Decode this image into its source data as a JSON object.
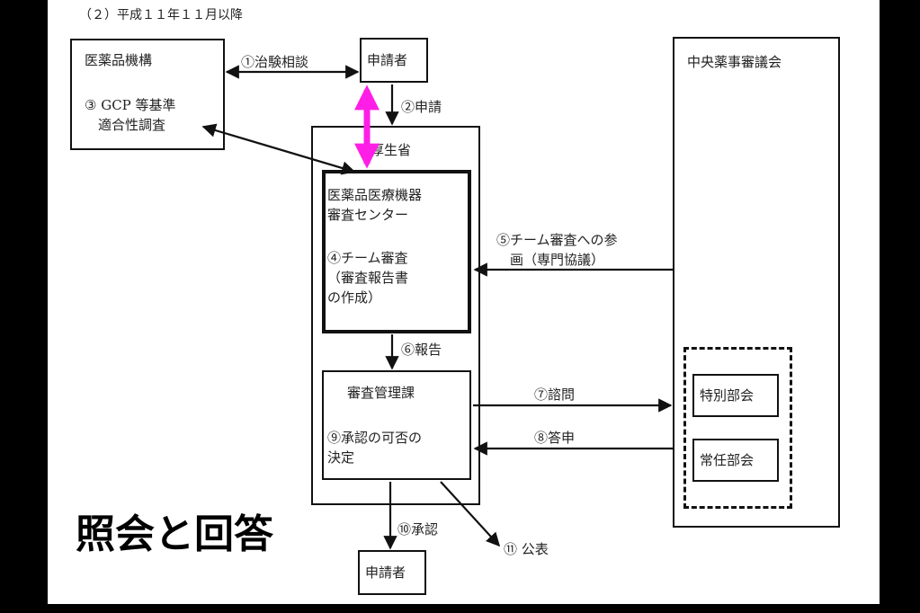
{
  "header": "（２）平成１１年１１月以降",
  "nodes": {
    "kikou_title": "医薬品機構",
    "kikou_gcp": "③ GCP 等基準\n　適合性調査",
    "shinsei_top": "申請者",
    "kosei": "厚生省",
    "center": "医薬品医療機器\n審査センター",
    "team": "④チーム審査\n（審査報告書\nの作成）",
    "kanri_title": "審査管理課",
    "kanri_decision": "⑨承認の可否の\n決定",
    "chuo": "中央薬事審議会",
    "tokubetsu": "特別部会",
    "jonin": "常任部会",
    "shinsei_bottom": "申請者"
  },
  "edges": {
    "chiken": "①治験相談",
    "shinsei": "②申請",
    "sankaku": "⑤チーム審査への参\n　画（専門協議）",
    "hokoku": "⑥報告",
    "shimon": "⑦諮問",
    "toshin": "⑧答申",
    "shonin": "⑩承認",
    "kohyo": "⑪ 公表"
  },
  "overlay": "照会と回答",
  "colors": {
    "highlight": "#ff1ee6"
  }
}
